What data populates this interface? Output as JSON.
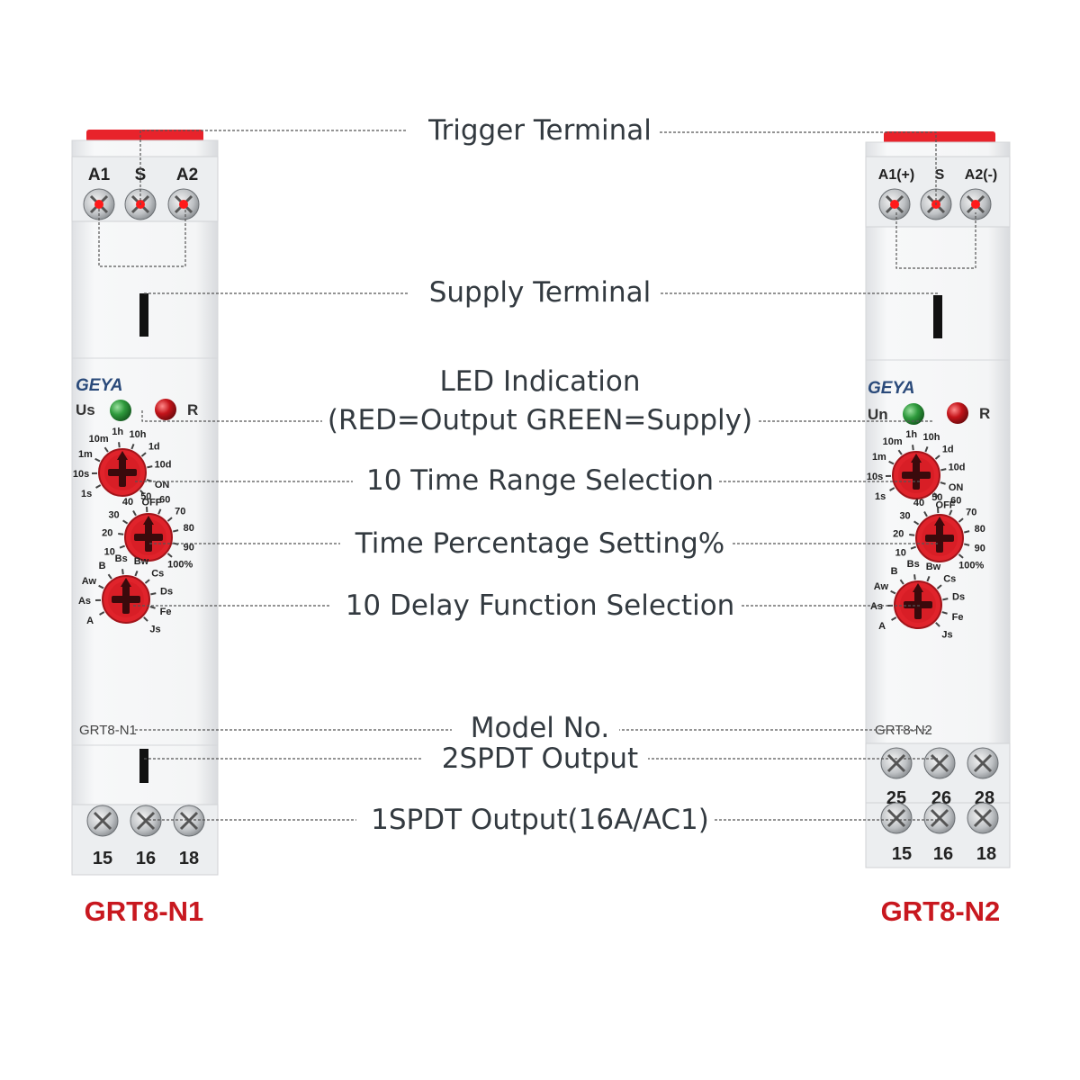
{
  "callouts": {
    "trigger_terminal": "Trigger Terminal",
    "supply_terminal": "Supply Terminal",
    "led_indication": "LED Indication",
    "led_indication_detail": "(RED=Output GREEN=Supply)",
    "time_range_selection": "10 Time Range Selection",
    "time_percentage_setting": "Time Percentage Setting%",
    "delay_function_selection": "10 Delay Function Selection",
    "model_no": "Model No.",
    "output_2spdt": "2SPDT Output",
    "output_1spdt": "1SPDT Output(16A/AC1)"
  },
  "device_left": {
    "model_title": "GRT8-N1",
    "brand": "GEYA",
    "model_print": "GRT8-N1",
    "top_terminals": [
      "A1",
      "S",
      "A2"
    ],
    "led_supply_label": "Us",
    "led_output_label": "R",
    "bottom_terminals": [
      "15",
      "16",
      "18"
    ]
  },
  "device_right": {
    "model_title": "GRT8-N2",
    "brand": "GEYA",
    "model_print": "GRT8-N2",
    "top_terminals": [
      "A1(+)",
      "S",
      "A2(-)"
    ],
    "led_supply_label": "Un",
    "led_output_label": "R",
    "middle_terminals": [
      "25",
      "26",
      "28"
    ],
    "bottom_terminals": [
      "15",
      "16",
      "18"
    ]
  },
  "dials": {
    "time_range": [
      "1s",
      "10s",
      "1m",
      "10m",
      "1h",
      "10h",
      "1d",
      "10d",
      "ON",
      "OFF"
    ],
    "percentage": [
      "10",
      "20",
      "30",
      "40",
      "50",
      "60",
      "70",
      "80",
      "90",
      "100%"
    ],
    "function": [
      "A",
      "As",
      "Aw",
      "B",
      "Bs",
      "Bw",
      "Cs",
      "Ds",
      "Fe",
      "Js"
    ]
  },
  "colors": {
    "accent_red": "#c8181f",
    "knob_red": "#e0232b",
    "led_green": "#2e9a3c",
    "led_red": "#c4141a",
    "text": "#333a40",
    "housing": "#f2f3f5"
  }
}
